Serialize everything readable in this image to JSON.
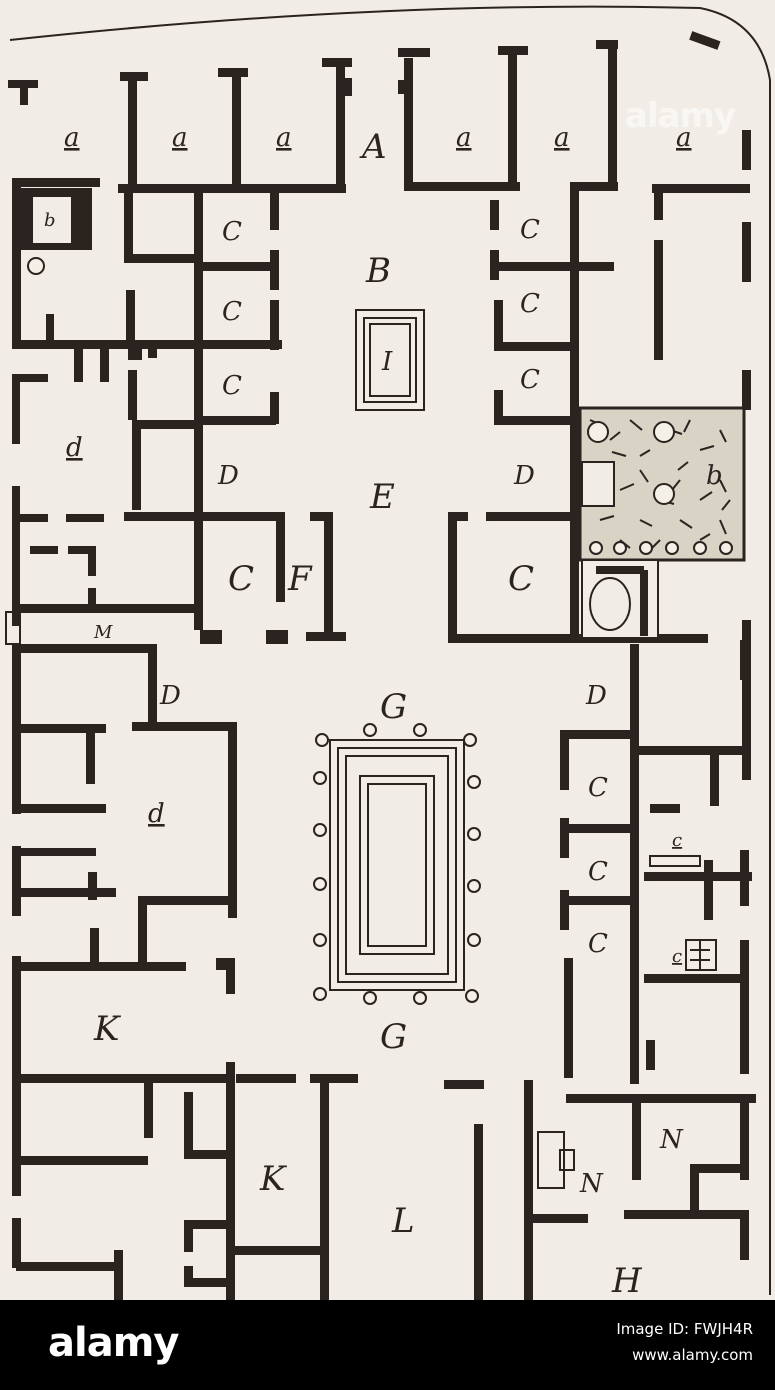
{
  "plan": {
    "labels": {
      "A": "A",
      "B": "B",
      "I": "I",
      "E": "E",
      "F": "F",
      "M": "M",
      "G": "G",
      "K": "K",
      "L": "L",
      "H": "H",
      "N": "N",
      "D": "D",
      "C": "C",
      "c": "c",
      "a": "a",
      "b": "b",
      "d": "d"
    }
  },
  "watermark": {
    "text": "alamy"
  },
  "footer": {
    "logo": "alamy",
    "image_id": "Image ID: FWJH4R",
    "site": "www.alamy.com"
  },
  "colors": {
    "ink": "#2b2320",
    "paper": "#f1ede6",
    "footer_bg": "#000000",
    "footer_text": "#ffffff"
  }
}
